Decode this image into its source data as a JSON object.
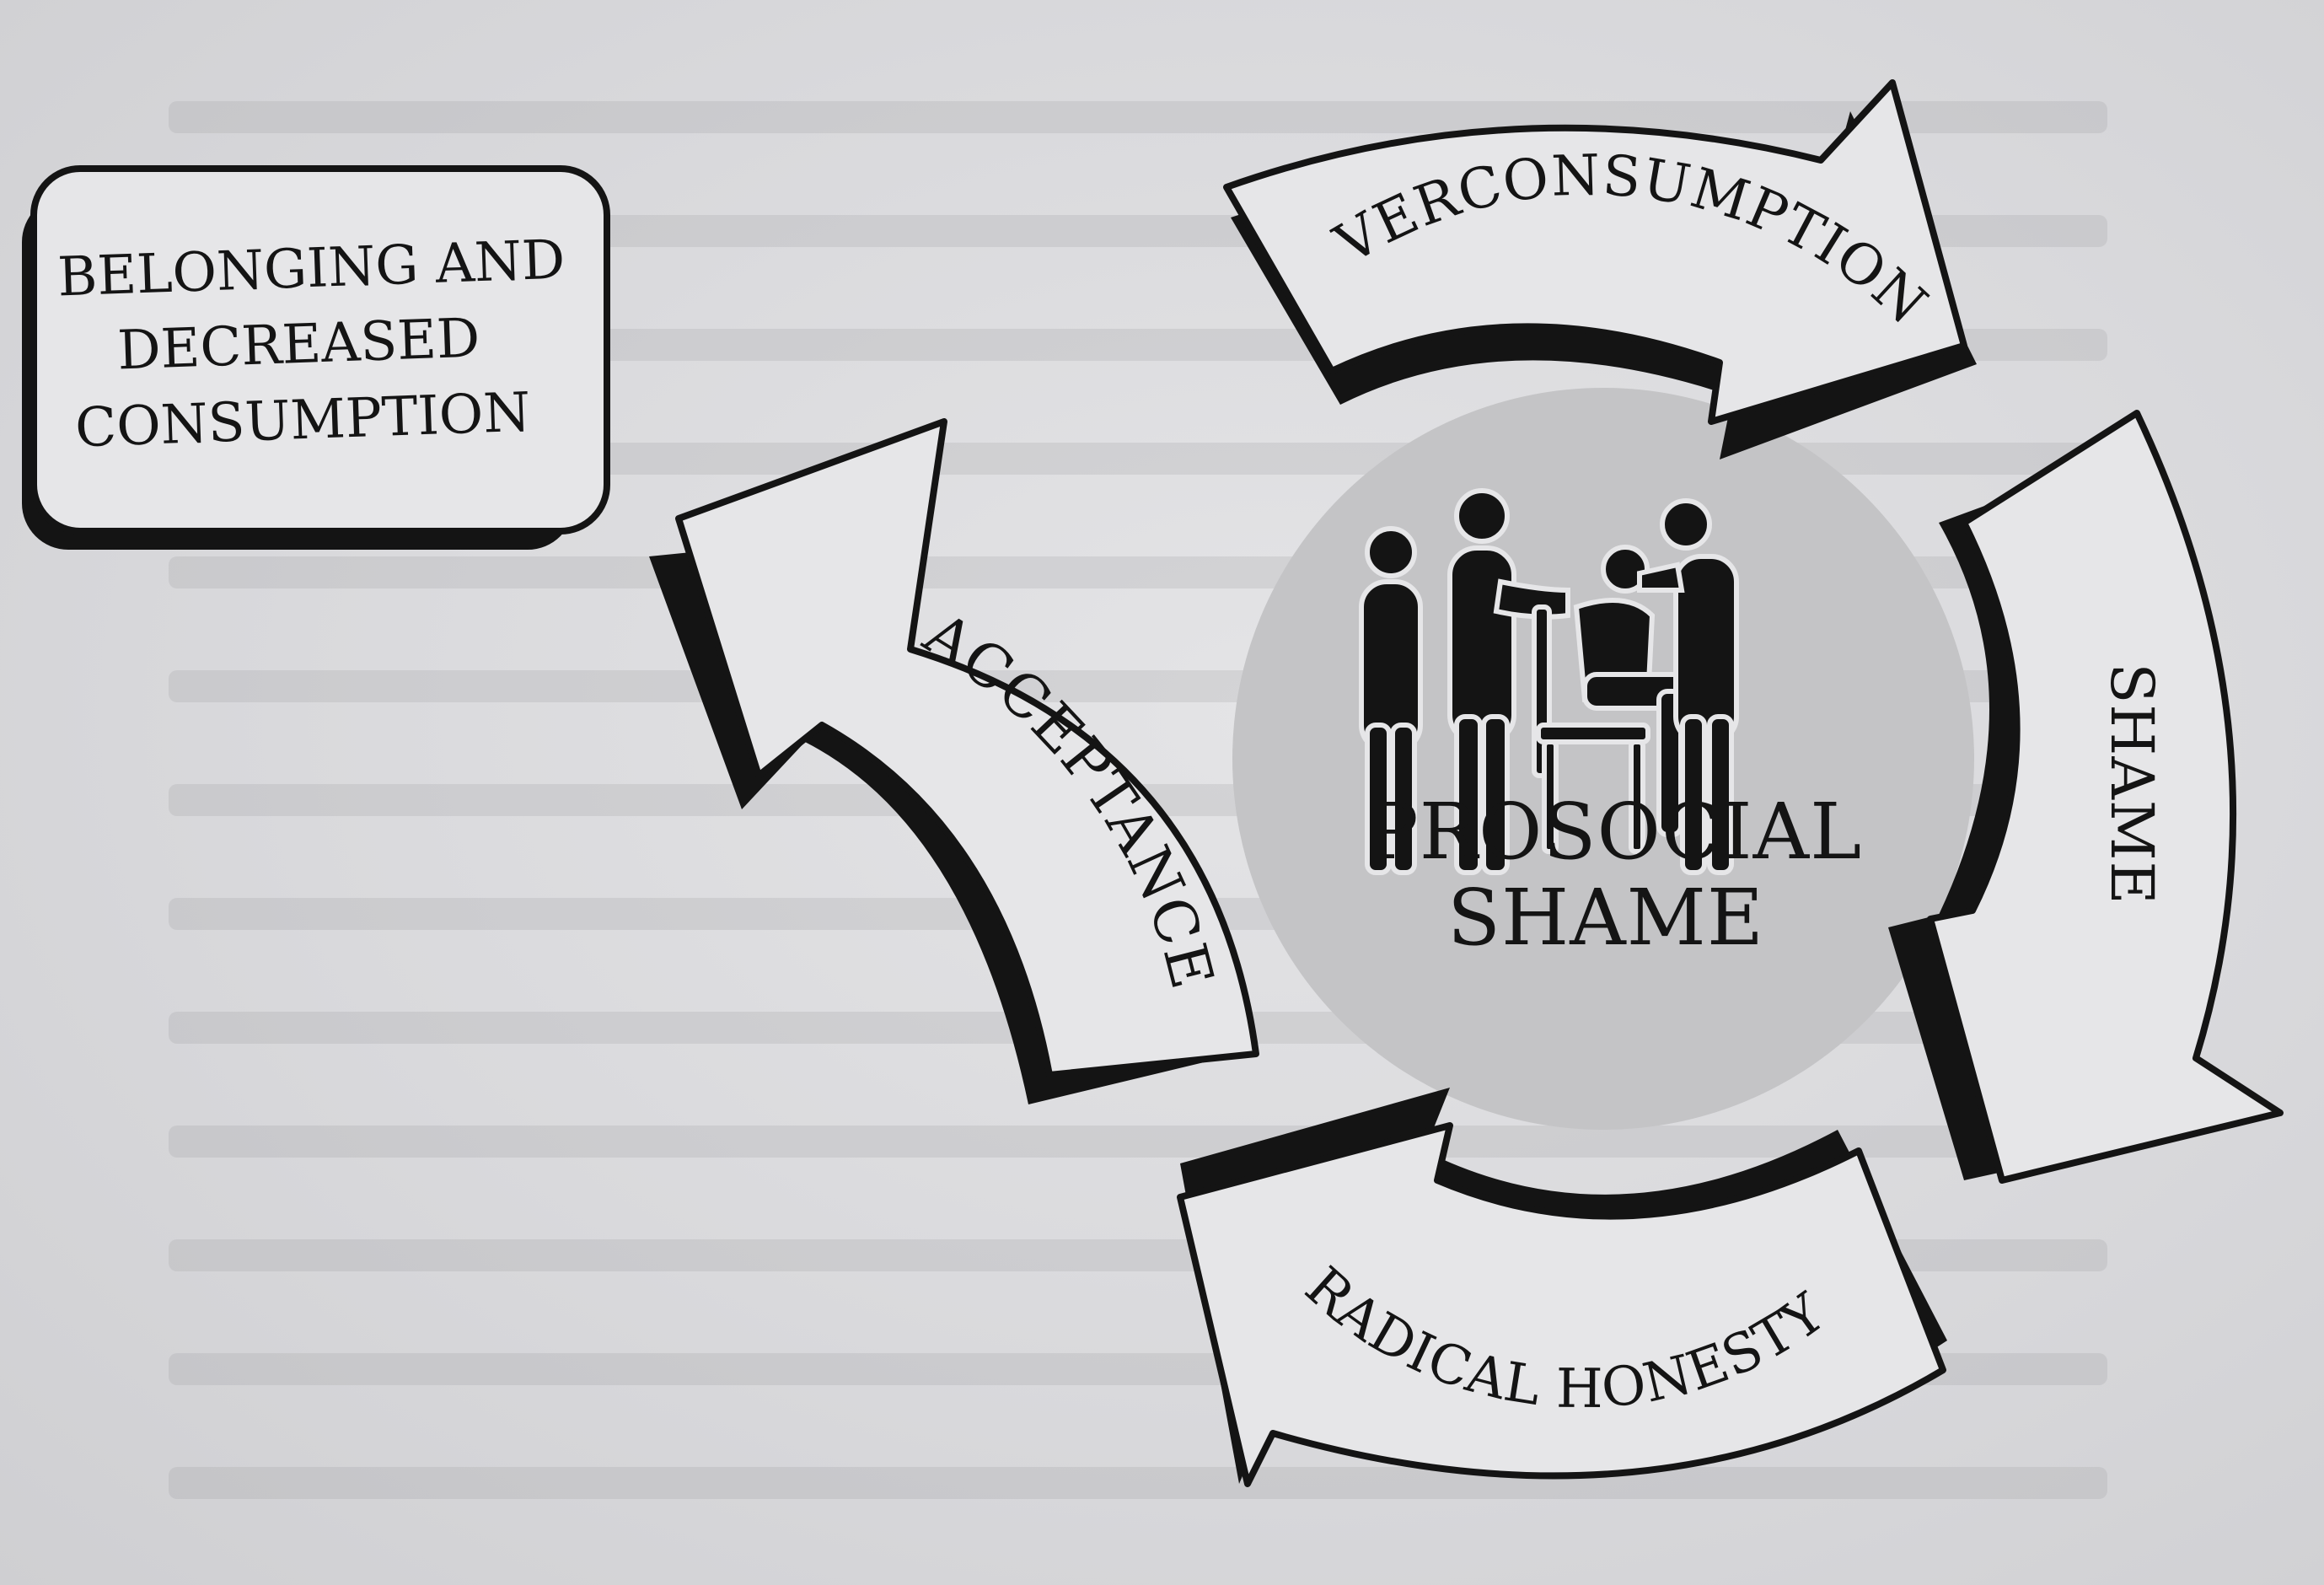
{
  "diagram": {
    "start_box": {
      "lines": [
        "BELONGING AND",
        "DECREASED",
        "CONSUMPTION"
      ]
    },
    "center": {
      "title_lines": [
        "PROSOCIAL",
        "SHAME"
      ],
      "icon": "group-of-people-comforting-seated-person-icon"
    },
    "arrows": [
      {
        "label": "OVERCONSUMPTION"
      },
      {
        "label": "SHAME"
      },
      {
        "label": "RADICAL HONESTY"
      },
      {
        "label": "ACCEPTANCE"
      }
    ]
  },
  "colors": {
    "ink": "#141414",
    "paper": "#dcdcdf",
    "arrow_fill": "#e6e6e8",
    "center_circle": "#c4c4c6"
  }
}
